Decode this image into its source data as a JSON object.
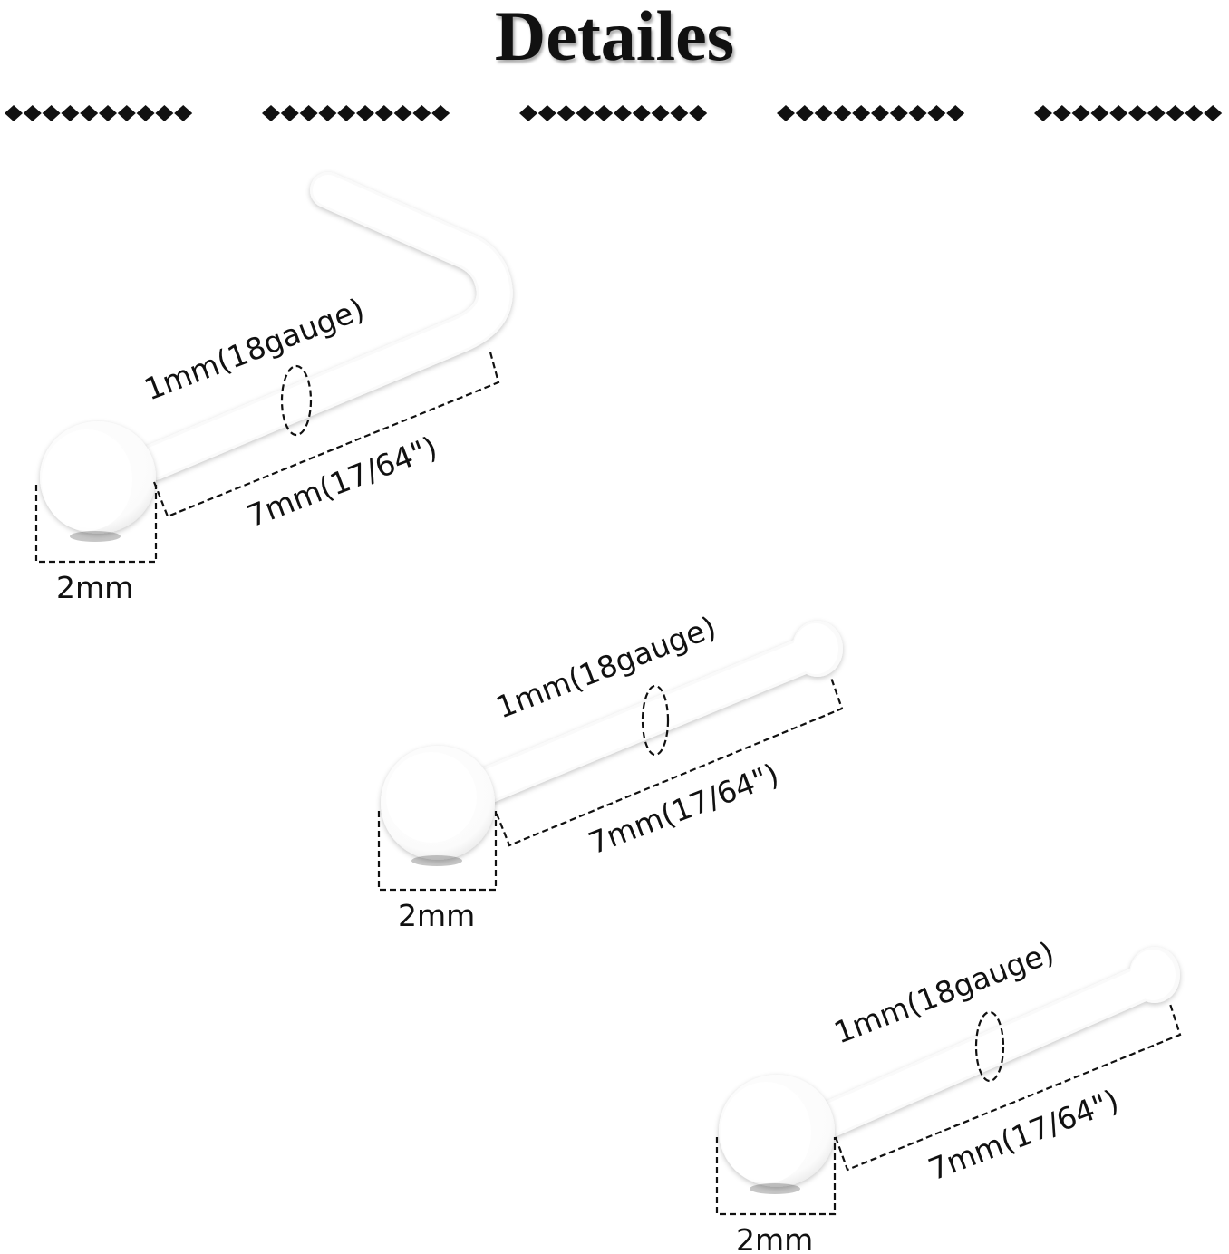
{
  "title": "Detailes",
  "accent_color": "#111111",
  "items": [
    {
      "style": "L-shape pin with flat disc top",
      "gauge_label": "1mm(18gauge)",
      "length_label": "7mm(17/64\")",
      "head_label": "2mm"
    },
    {
      "style": "straight pin with ball top",
      "gauge_label": "1mm(18gauge)",
      "length_label": "7mm(17/64\")",
      "head_label": "2mm"
    },
    {
      "style": "straight pin with flat disc top",
      "gauge_label": "1mm(18gauge)",
      "length_label": "7mm(17/64\")",
      "head_label": "2mm"
    }
  ]
}
